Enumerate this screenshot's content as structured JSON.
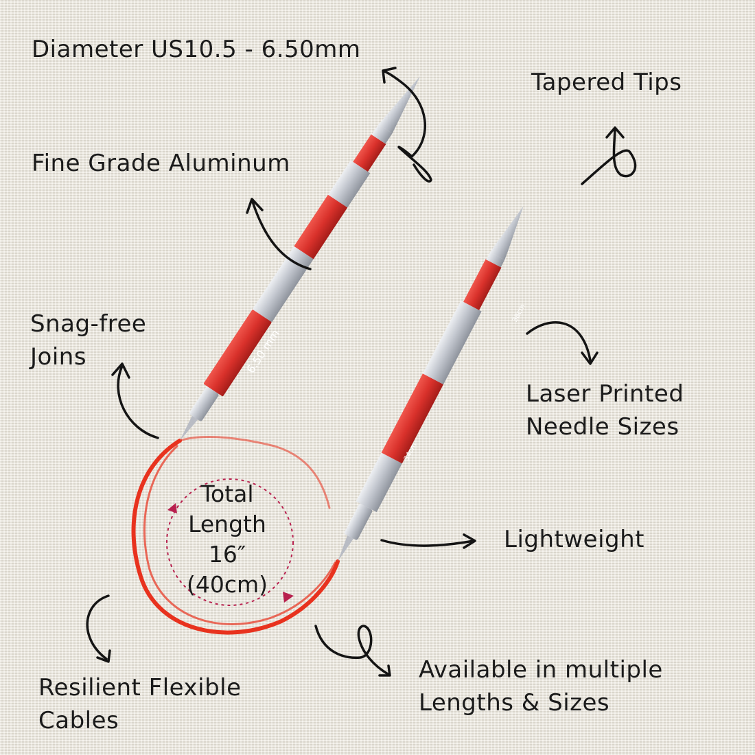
{
  "labels": {
    "diameter": "Diameter US10.5 - 6.50mm",
    "tapered_tips": "Tapered Tips",
    "aluminum": "Fine Grade Aluminum",
    "snag_free": [
      "Snag-free",
      "Joins"
    ],
    "laser_printed": [
      "Laser Printed",
      "Needle Sizes"
    ],
    "lightweight": "Lightweight",
    "total_length": [
      "Total",
      "Length",
      "16″",
      "(40cm)"
    ],
    "resilient": [
      "Resilient Flexible",
      "Cables"
    ],
    "available": [
      "Available in multiple",
      "Lengths & Sizes"
    ]
  },
  "needle_markings": {
    "left_size": "6.50 mm",
    "right_upper": "38cm",
    "right_lower": "34cm"
  },
  "colors": {
    "needle_red": "#d9312b",
    "needle_silver": "#c9ccd3",
    "cable_red": "#e8321e",
    "arrow_black": "#141414",
    "dashed_circle": "#b8204e",
    "background": "#ebe7dc"
  }
}
